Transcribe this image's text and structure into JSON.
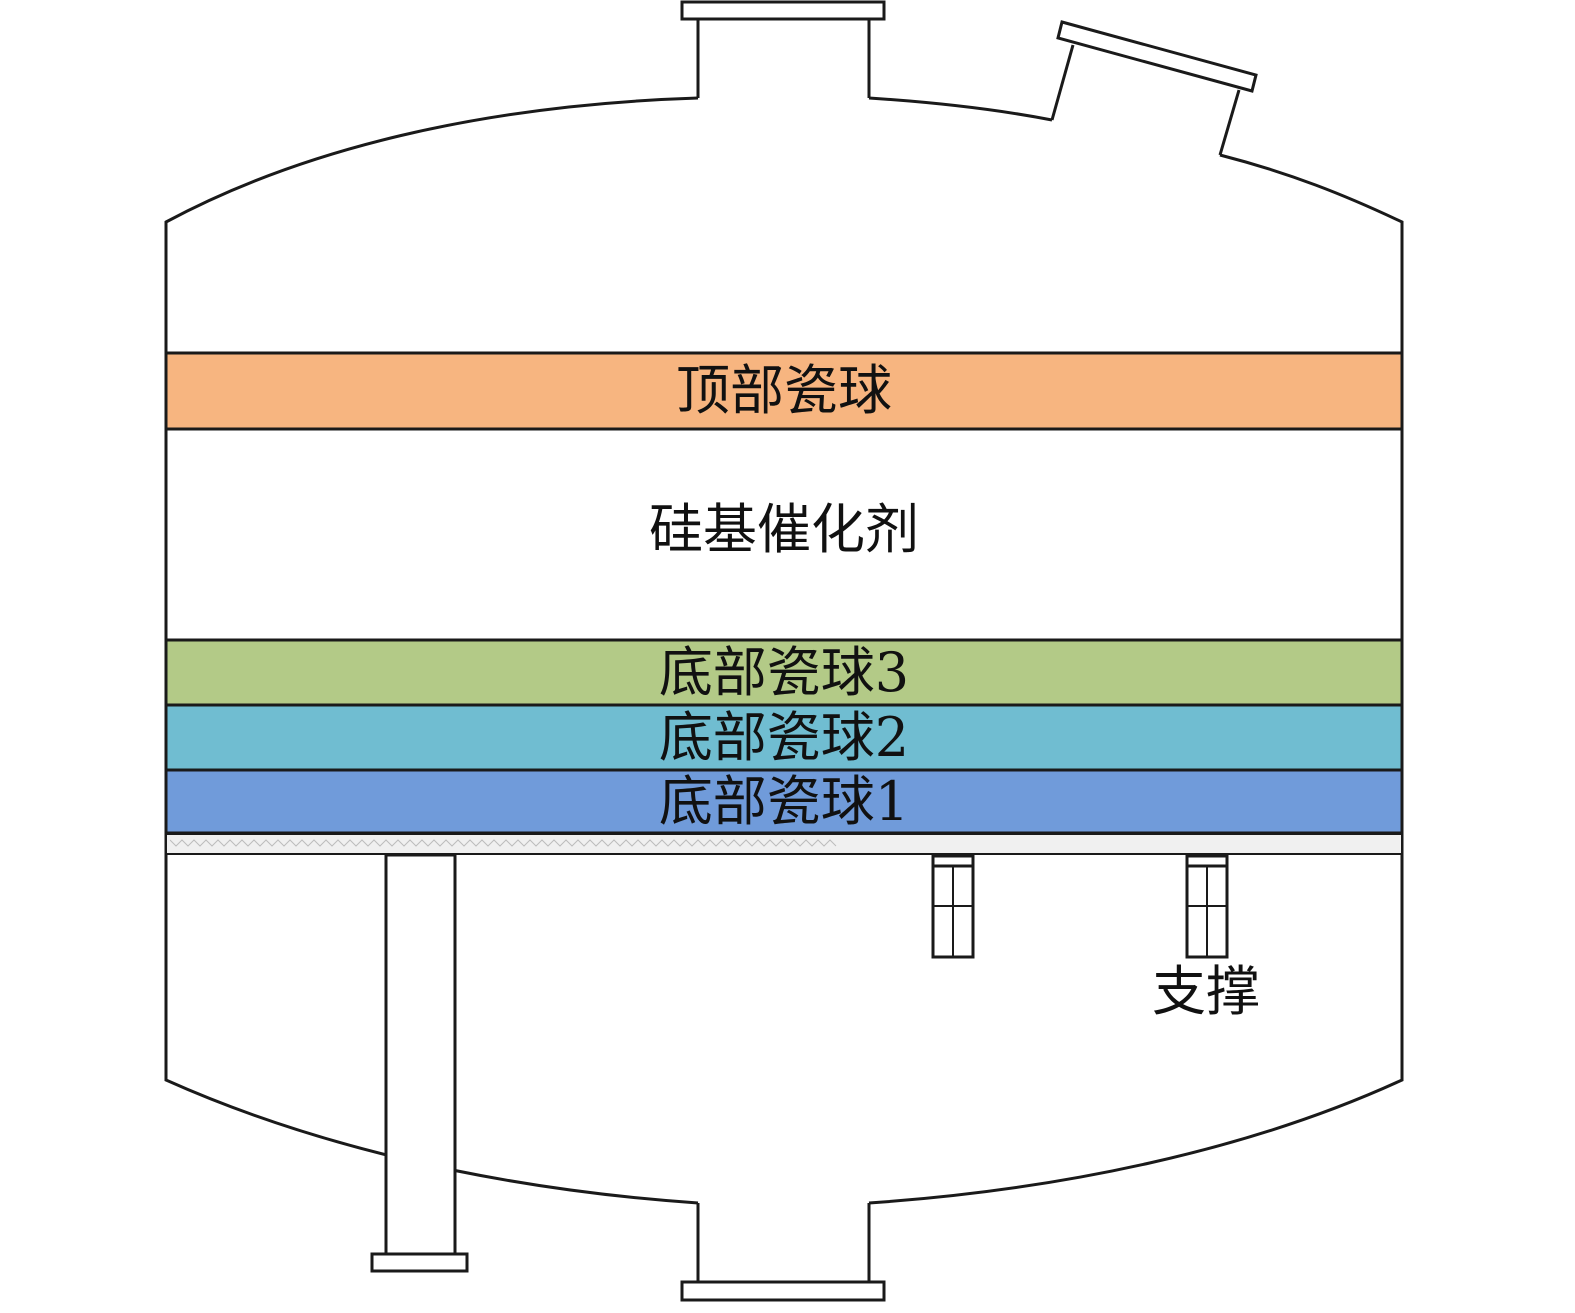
{
  "colors": {
    "outline": "#1a1a1a",
    "background": "#ffffff",
    "grid_plate": "#f0f0f0"
  },
  "layers": {
    "top_ceramic_balls": {
      "label": "顶部瓷球",
      "color": "#F7B580"
    },
    "catalyst": {
      "label": "硅基催化剂",
      "color": "#ffffff"
    },
    "bottom_ceramic_balls_3": {
      "label": "底部瓷球3",
      "color": "#B3CA87"
    },
    "bottom_ceramic_balls_2": {
      "label": "底部瓷球2",
      "color": "#70BDD1"
    },
    "bottom_ceramic_balls_1": {
      "label": "底部瓷球1",
      "color": "#709BDA"
    }
  },
  "support": {
    "label": "支撑"
  }
}
